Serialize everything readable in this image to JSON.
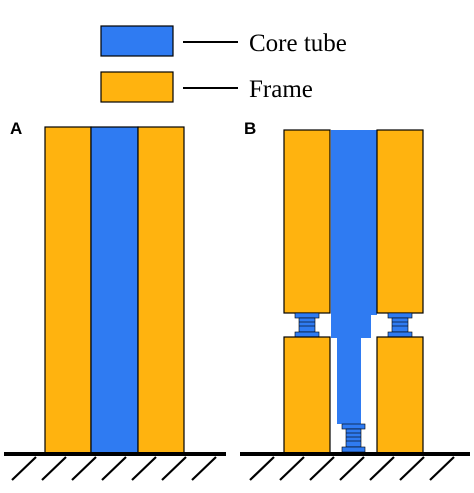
{
  "legend": {
    "items": [
      {
        "label": "Core tube",
        "color": "#2f7bf2"
      },
      {
        "label": "Frame",
        "color": "#ffb30f"
      }
    ]
  },
  "panels": {
    "a_label": "A",
    "b_label": "B"
  },
  "colors": {
    "frame": "#ffb30f",
    "core_tube": "#2f7bf2",
    "outline": "#000000",
    "bearing": "#2f7bf2"
  }
}
